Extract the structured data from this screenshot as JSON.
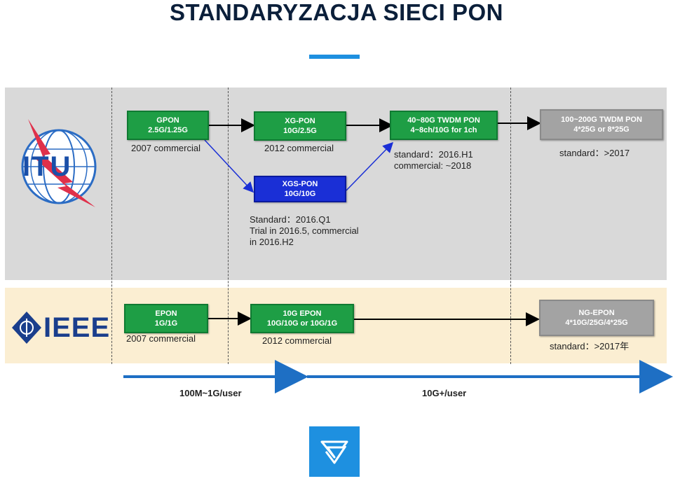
{
  "title": "STANDARYZACJA SIECI PON",
  "logos": {
    "itu": {
      "icon": "itu-logo-icon",
      "text": "ITU"
    },
    "ieee": {
      "icon": "ieee-logo-icon",
      "text": "IEEE"
    },
    "brand": {
      "icon": "brand-logo-icon"
    }
  },
  "colors": {
    "accent": "#1e90e0",
    "green": "#1e9e45",
    "blue": "#1a2fd6",
    "gray": "#a3a3a3",
    "itu_band": "#d9d9d9",
    "ieee_band": "#fbeed2",
    "title": "#0b1f3a"
  },
  "itu": {
    "gpon": {
      "line1": "GPON",
      "line2": "2.5G/1.25G",
      "note": "2007 commercial"
    },
    "xgpon": {
      "line1": "XG-PON",
      "line2": "10G/2.5G",
      "note": "2012 commercial"
    },
    "xgspon": {
      "line1": "XGS-PON",
      "line2": "10G/10G",
      "note1": "Standard：2016.Q1",
      "note2": "Trial in 2016.5, commercial",
      "note3": "in 2016.H2"
    },
    "twdm": {
      "line1": "40~80G TWDM PON",
      "line2": "4~8ch/10G for 1ch",
      "note1": "standard：2016.H1",
      "note2": "commercial: ~2018"
    },
    "next": {
      "line1": "100~200G TWDM PON",
      "line2": "4*25G or 8*25G",
      "note": "standard：>2017"
    }
  },
  "ieee": {
    "epon": {
      "line1": "EPON",
      "line2": "1G/1G",
      "note": "2007 commercial"
    },
    "tenG": {
      "line1": "10G EPON",
      "line2": "10G/10G or 10G/1G",
      "note": "2012 commercial"
    },
    "ngepon": {
      "line1": "NG-EPON",
      "line2": "4*10G/25G/4*25G",
      "note": "standard：>2017年"
    }
  },
  "timeline": {
    "left_label": "100M~1G/user",
    "right_label": "10G+/user"
  }
}
